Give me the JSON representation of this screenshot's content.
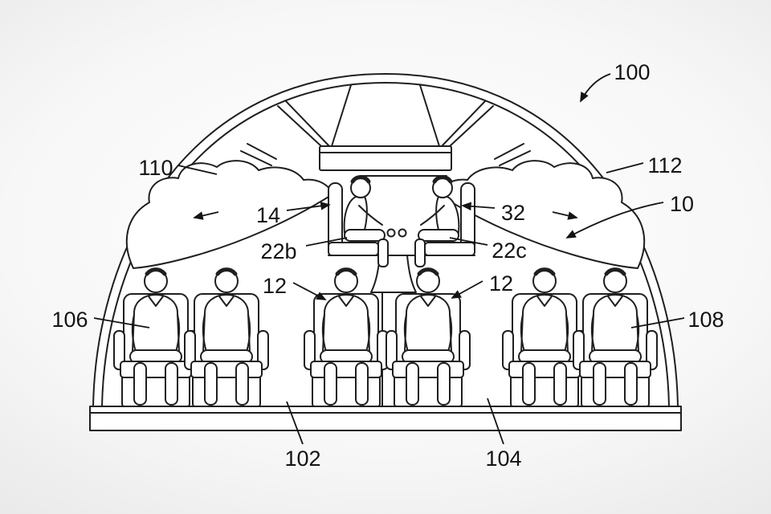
{
  "figure": {
    "labels": {
      "l100": "100",
      "l110": "110",
      "l112": "112",
      "l10": "10",
      "l14": "14",
      "l32": "32",
      "l22b": "22b",
      "l22c": "22c",
      "l12_left": "12",
      "l12_right": "12",
      "l106": "106",
      "l108": "108",
      "l102": "102",
      "l104": "104"
    },
    "colors": {
      "line": "#1f1f1f",
      "background_center": "#ffffff",
      "background_edge": "#c9c9c9"
    }
  }
}
